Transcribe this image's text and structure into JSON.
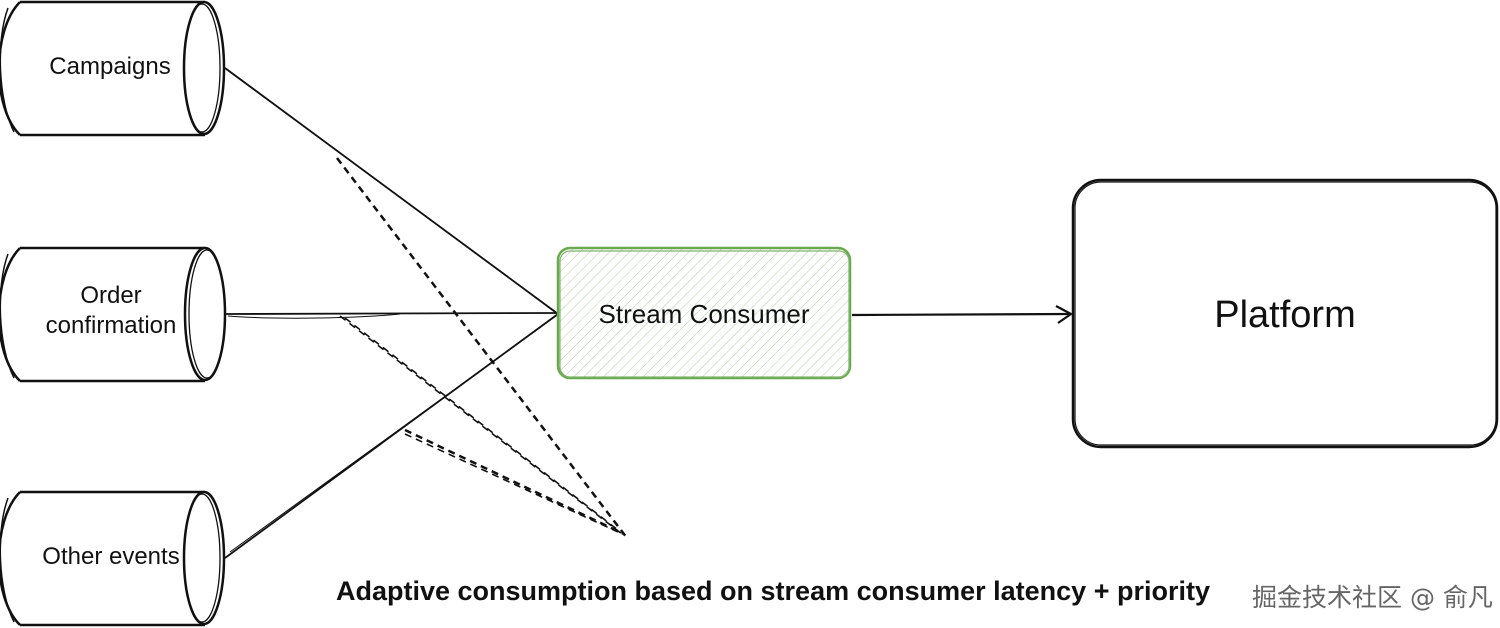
{
  "diagram": {
    "sources": [
      {
        "label": "Campaigns"
      },
      {
        "label": "Order confirmation",
        "lines": [
          "Order",
          "confirmation"
        ]
      },
      {
        "label": "Other events"
      }
    ],
    "consumer": {
      "label": "Stream Consumer",
      "border_color": "#6aa84f"
    },
    "platform": {
      "label": "Platform"
    },
    "caption": "Adaptive consumption based on stream consumer latency + priority",
    "watermark": "掘金技术社区 @ 俞凡"
  }
}
